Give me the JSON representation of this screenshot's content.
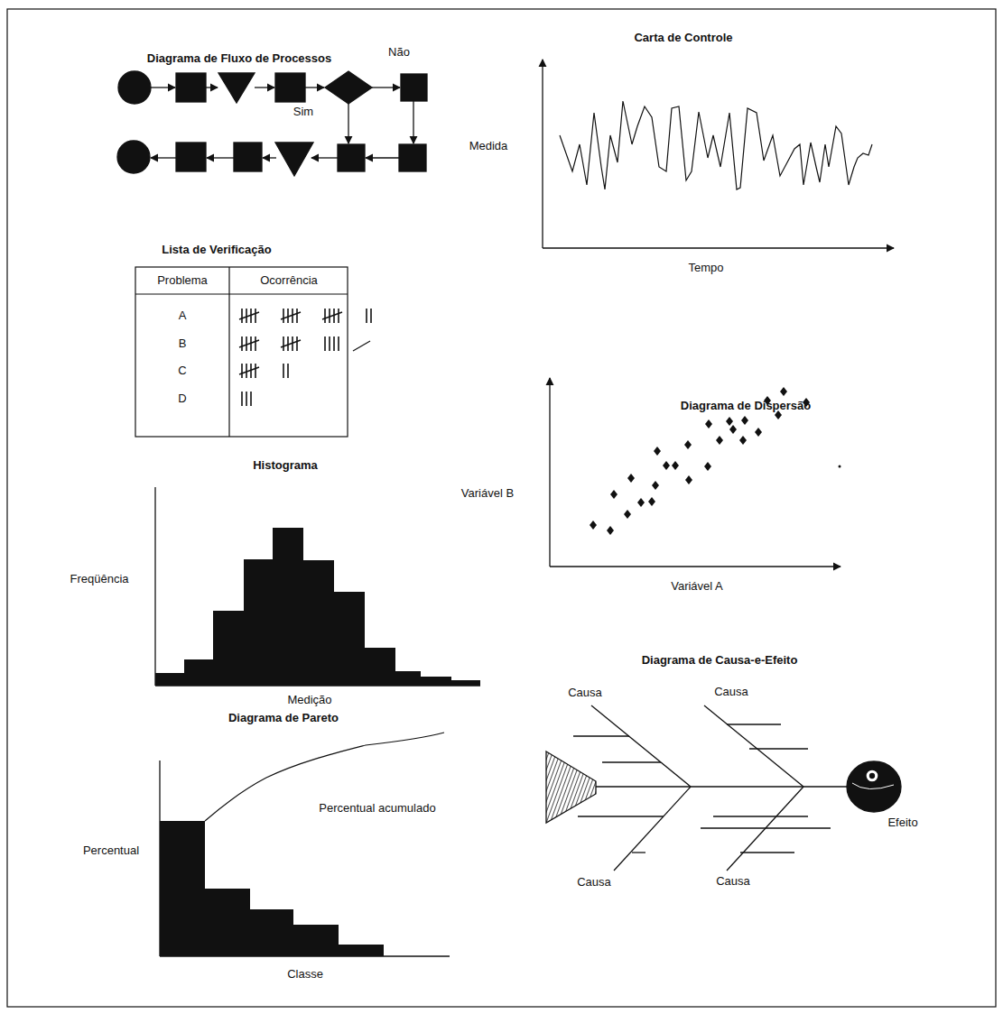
{
  "diagram": {
    "labels": [
      "Diagrama de Fluxo de Processos",
      "Não",
      "Sim",
      "Carta de Controle",
      "Medida",
      "Tempo",
      "Lista de Verificação",
      "Problema",
      "Ocorrência",
      "A",
      "B",
      "C",
      "D",
      "Diagrama de Dispersão",
      "Variável B",
      "Variável A",
      "Histograma",
      "Freqüência",
      "Medição",
      "Diagrama de Causa-e-Efeito",
      "Causa",
      "Causa",
      "Causa",
      "Causa",
      "Efeito",
      "Diagrama de Pareto",
      "Percentual acumulado",
      "Percentual",
      "Classe"
    ]
  }
}
